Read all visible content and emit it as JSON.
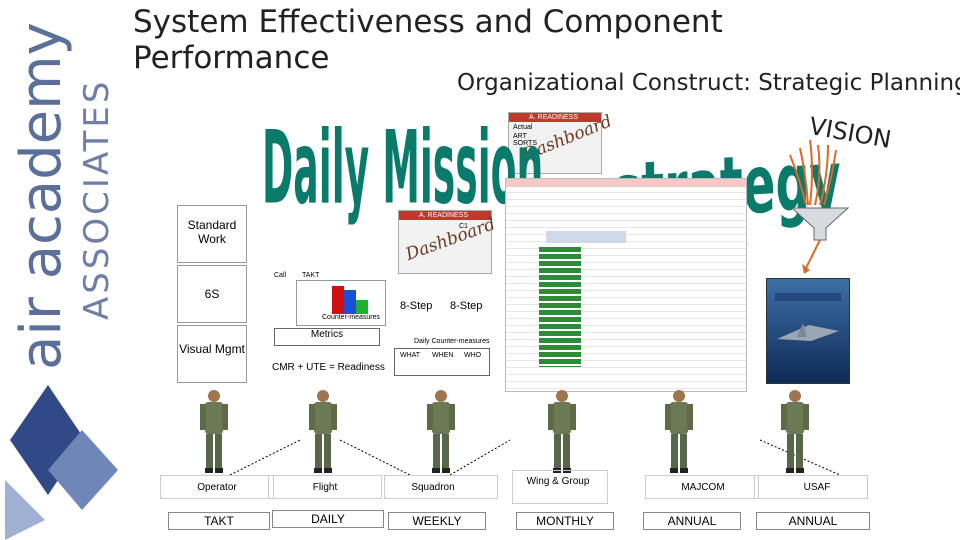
{
  "slide": {
    "title": "System Effectiveness and Component Performance",
    "subtitle": "Organizational Construct: Strategic Planning",
    "brand": {
      "line1": "air academy",
      "line2": "ASSOCIATES"
    }
  },
  "wordart": {
    "daily_mission": "Daily Mission",
    "strategy": "strategy",
    "vision": "VISION",
    "dashboard": "Dashboard"
  },
  "left_boxes": [
    "Standard Work",
    "6S",
    "Visual Mgmt"
  ],
  "diagram": {
    "takt_labels": [
      "Call",
      "TAKT"
    ],
    "countermeasures": "Counter-measures",
    "metrics": "Metrics",
    "eight_step_1": "8-Step",
    "eight_step_2": "8-Step",
    "daily_countermeasures": "Daily Counter-measures",
    "what": "WHAT",
    "when": "WHEN",
    "who": "WHO",
    "readiness": "CMR + UTE = Readiness"
  },
  "thumbnail": {
    "header": "A. READINESS",
    "row_labels": [
      "ART",
      "SORTS"
    ],
    "cell": "C1",
    "cell2": "Actual"
  },
  "levels": [
    {
      "label": "Operator",
      "cadence": "TAKT"
    },
    {
      "label": "Flight",
      "cadence": "DAILY"
    },
    {
      "label": "Squadron",
      "cadence": "WEEKLY"
    },
    {
      "label": "Wing & Group",
      "cadence": "MONTHLY"
    },
    {
      "label": "MAJCOM",
      "cadence": "ANNUAL"
    },
    {
      "label": "USAF",
      "cadence": "ANNUAL"
    }
  ],
  "colors": {
    "wordart_green": "#0a7a6a",
    "brand_blue": "#5a6f9a",
    "arrow_orange": "#d96a2a"
  }
}
